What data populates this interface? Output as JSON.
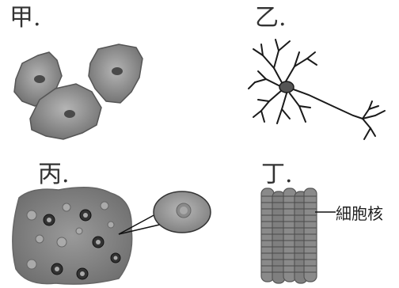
{
  "panels": {
    "a": {
      "label": "甲."
    },
    "b": {
      "label": "乙."
    },
    "c": {
      "label": "丙."
    },
    "d": {
      "label": "丁."
    }
  },
  "annotations": {
    "nucleus": "細胞核"
  },
  "colors": {
    "cell_fill": "#8f8f8f",
    "cell_edge": "#555555",
    "nucleus": "#4a4a4a",
    "neuron": "#1a1a1a",
    "tissue": "#8a8a8a",
    "muscle": "#7a7a7a"
  }
}
